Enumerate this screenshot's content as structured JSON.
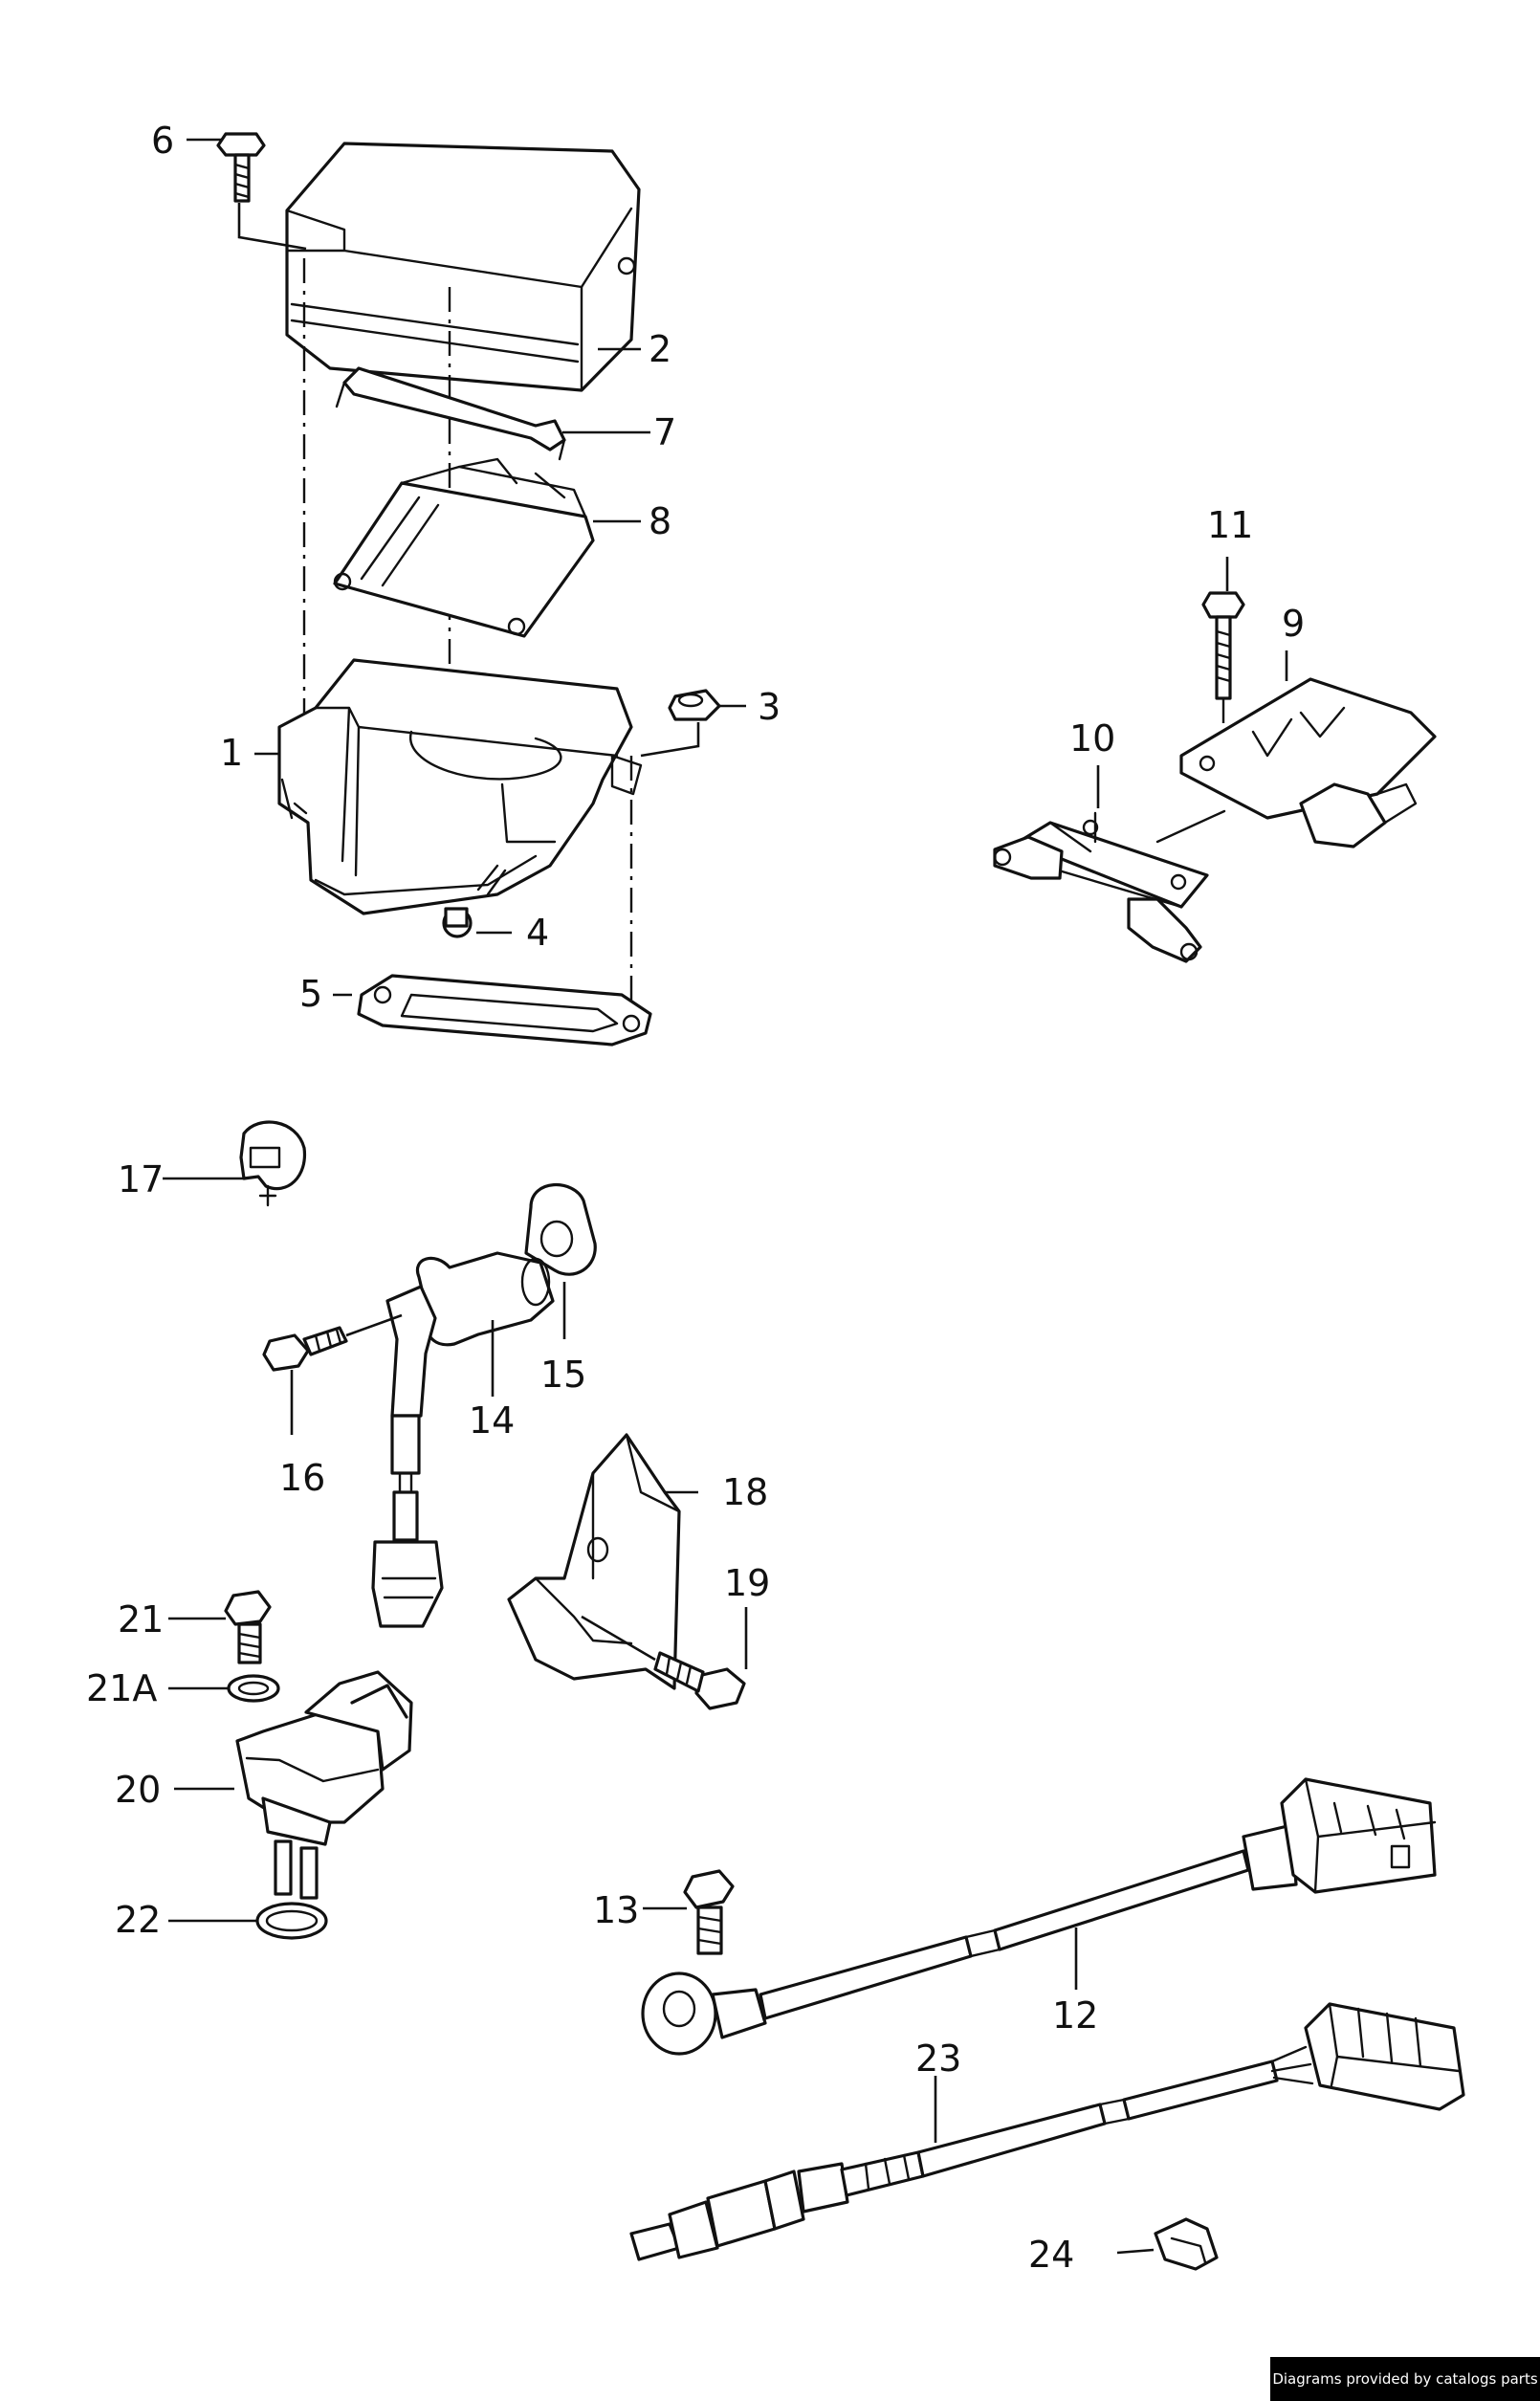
{
  "labels": {
    "l1": "1",
    "l2": "2",
    "l3": "3",
    "l4": "4",
    "l5": "5",
    "l6": "6",
    "l7": "7",
    "l8": "8",
    "l9": "9",
    "l10": "10",
    "l11": "11",
    "l12": "12",
    "l13": "13",
    "l14": "14",
    "l15": "15",
    "l16": "16",
    "l17": "17",
    "l18": "18",
    "l19": "19",
    "l20": "20",
    "l21": "21",
    "l21a": "21A",
    "l22": "22",
    "l23": "23",
    "l24": "24"
  },
  "credit": "Diagrams provided by catalogs parts"
}
